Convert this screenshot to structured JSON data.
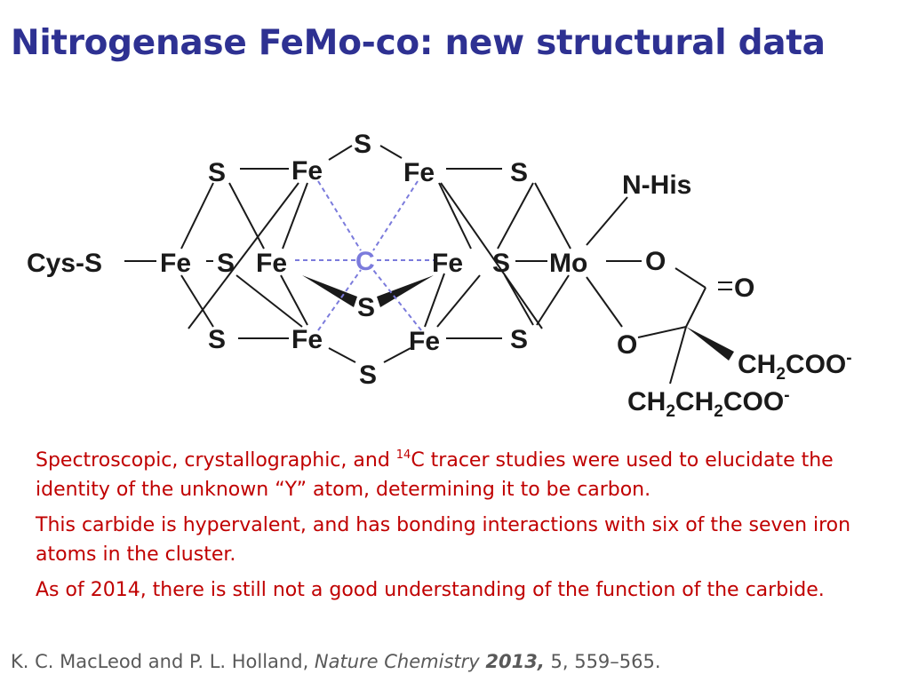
{
  "slide": {
    "title": "Nitrogenase FeMo-co: new structural data"
  },
  "structure": {
    "atoms": {
      "cys_s": "Cys-S",
      "fe": "Fe",
      "s": "S",
      "mo": "Mo",
      "o": "O",
      "n_his": "N-His",
      "c": "C",
      "ch2": "CH",
      "sub2": "2",
      "coo": "COO",
      "minus": "-"
    }
  },
  "bullets": {
    "b1_part1": "Spectroscopic, crystallographic, and ",
    "b1_sup": "14",
    "b1_part2": "C tracer studies were used to elucidate the identity of the unknown “Y” atom, determining it to be carbon.",
    "b2": "This carbide is hypervalent, and has bonding interactions with six of the seven iron atoms in the cluster.",
    "b3": "As of 2014, there is still not a good understanding of the function of the carbide."
  },
  "citation": {
    "authors": "K. C. MacLeod and P. L. Holland, ",
    "journal": "Nature Chemistry",
    "sep1": " ",
    "year": "2013,",
    "rest": " 5, 559–565."
  },
  "colors": {
    "title": "#2e3192",
    "body_text": "#c00000",
    "citation": "#595959",
    "central_atom": "#7b7bdc"
  }
}
